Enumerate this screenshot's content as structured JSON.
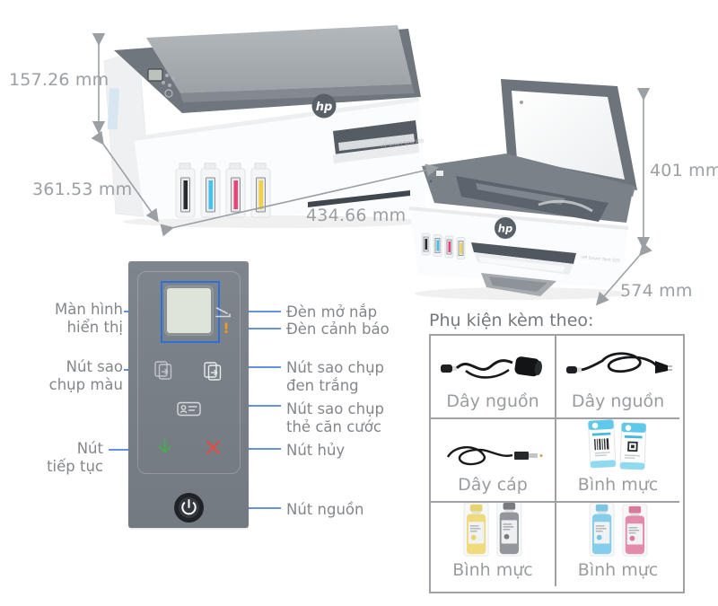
{
  "page": {
    "background": "#ffffff"
  },
  "brand": {
    "logo_text": "hp",
    "model_label": "HP Smart Tank 520"
  },
  "dimensions": {
    "front": {
      "height": "157.26 mm",
      "depth": "361.53 mm",
      "width": "434.66 mm"
    },
    "open": {
      "height": "401 mm",
      "depth": "574 mm"
    }
  },
  "control_panel": {
    "warning_glyph": "!",
    "left_labels": [
      {
        "text": "Màn hình\nhiển thị"
      },
      {
        "text": "Nút sao\nchụp màu"
      },
      {
        "text": "Nút\ntiếp tục"
      }
    ],
    "right_labels": [
      {
        "text": "Đèn mở nắp"
      },
      {
        "text": "Đèn cảnh báo"
      },
      {
        "text": "Nút sao chụp\nđen trắng"
      },
      {
        "text": "Nút sao chụp\nthẻ căn cước"
      },
      {
        "text": "Nút hủy"
      },
      {
        "text": "Nút nguồn"
      }
    ]
  },
  "accessories": {
    "heading": "Phụ kiện kèm theo:",
    "items": [
      {
        "label": "Dây nguồn",
        "icon": "power-cord-uk-icon"
      },
      {
        "label": "Dây nguồn",
        "icon": "power-cord-eu-icon"
      },
      {
        "label": "Dây cáp",
        "icon": "usb-cable-icon"
      },
      {
        "label": "Bình mực",
        "icon": "ink-pouches-icon"
      },
      {
        "label": "Bình mực",
        "icon": "ink-bottles-yellow-black-icon"
      },
      {
        "label": "Bình mực",
        "icon": "ink-bottles-cyan-magenta-icon"
      }
    ]
  },
  "colors": {
    "annotation_blue": "#2f6fd8",
    "dimension_gray": "#9aa0a4",
    "warning_orange": "#f09a2e",
    "resume_green": "#46ab50",
    "cancel_red": "#e44b45",
    "panel_gray": "#7a8189",
    "ink_colors": [
      "#26292d",
      "#41c3f0",
      "#ef4179",
      "#f2d03e"
    ]
  }
}
